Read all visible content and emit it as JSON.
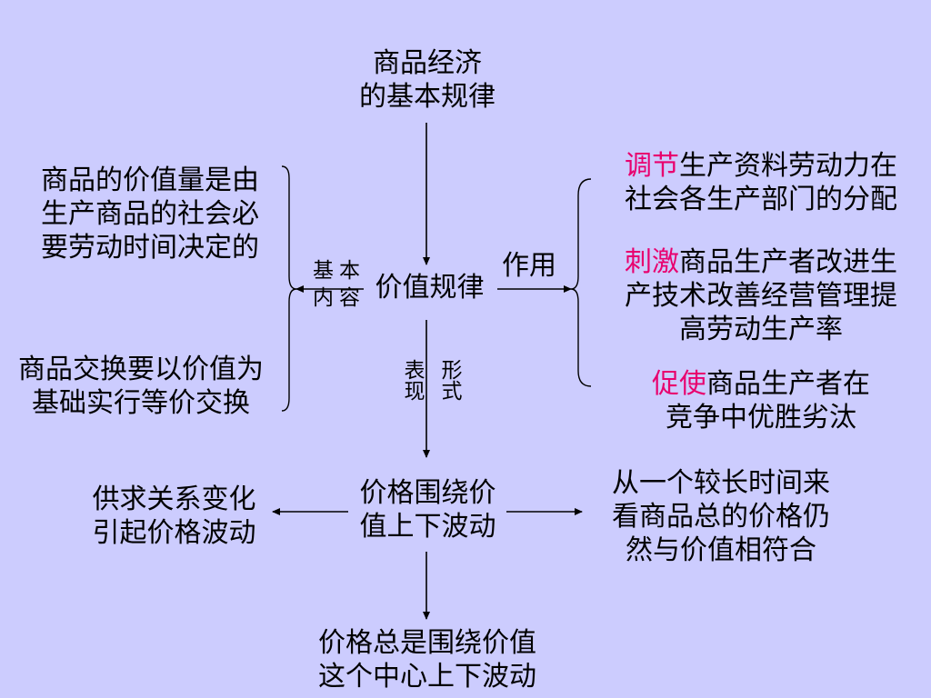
{
  "top": {
    "line1": "商品经济",
    "line2": "的基本规律"
  },
  "center": {
    "label": "价值规律"
  },
  "content_label": {
    "line1": "基本",
    "line2": "内容"
  },
  "content_items": [
    {
      "lines": [
        "商品的价值量是由",
        "生产商品的社会必",
        "要劳动时间决定的"
      ]
    },
    {
      "lines": [
        "商品交换要以价值为",
        "基础实行等价交换"
      ]
    }
  ],
  "effect_label": "作用",
  "effects": [
    {
      "keyword": "调节",
      "lines": [
        "生产资料劳动力在",
        "社会各生产部门的分配"
      ]
    },
    {
      "keyword": "刺激",
      "lines": [
        "商品生产者改进生",
        "产技术改善经营管理提",
        "高劳动生产率"
      ]
    },
    {
      "keyword": "促使",
      "lines": [
        "商品生产者在",
        "竞争中优胜劣汰"
      ]
    }
  ],
  "form_label": {
    "col1": "表现",
    "col2": "形式"
  },
  "form": {
    "line1": "价格围绕价",
    "line2": "值上下波动"
  },
  "left_result": {
    "line1": "供求关系变化",
    "line2": "引起价格波动"
  },
  "right_result": {
    "line1": "从一个较长时间来",
    "line2": "看商品总的价格仍",
    "line3": "然与价值相符合"
  },
  "bottom": {
    "line1": "价格总是围绕价值",
    "line2": "这个中心上下波动"
  },
  "colors": {
    "background": "#ccccfe",
    "highlight": "#e8006e"
  }
}
